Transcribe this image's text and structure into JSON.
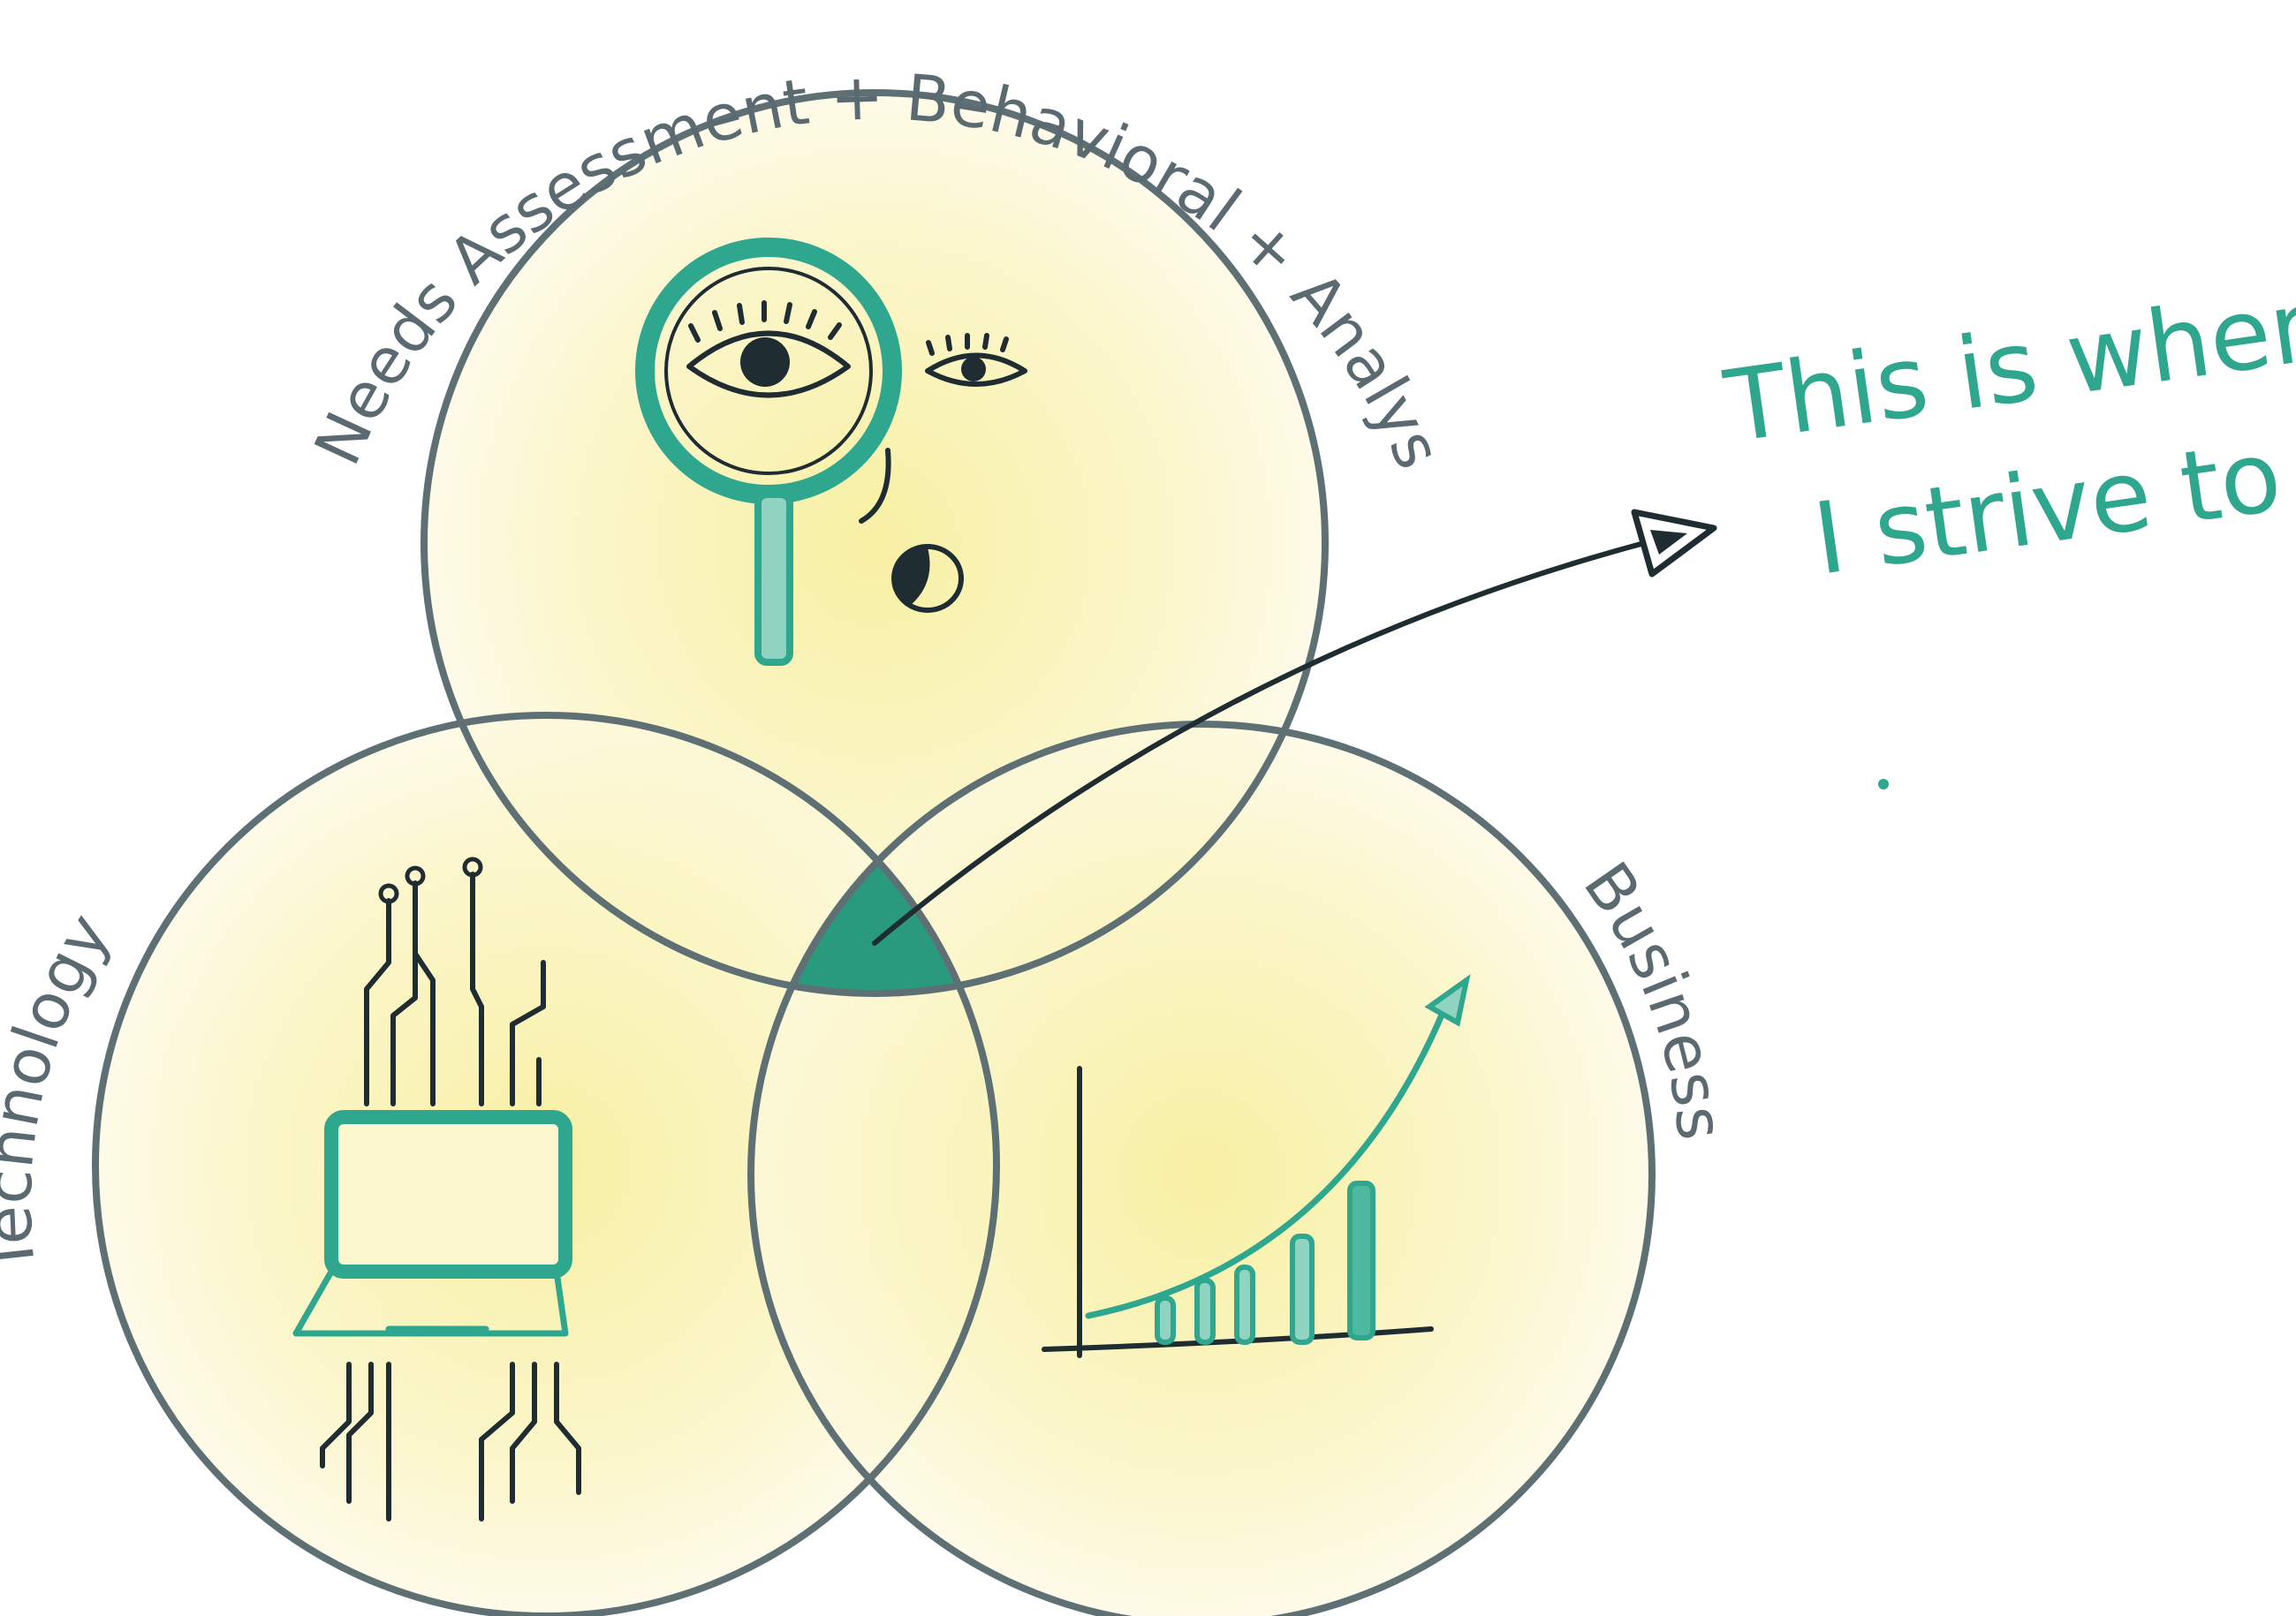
{
  "diagram": {
    "type": "venn",
    "circles": [
      {
        "label_path": "label_top",
        "label": "Needs Assessment + Behavioral + Analysis",
        "icon": "magnifier-eye-icon"
      },
      {
        "label": "Technology",
        "icon": "laptop-circuit-icon"
      },
      {
        "label": "Business",
        "icon": "growth-chart-icon"
      }
    ],
    "annotation": {
      "line1": "This is where",
      "line2": "I strive to be"
    },
    "colors": {
      "circle_fill": "#fbf4b8",
      "circle_stroke": "#5f7075",
      "accent": "#2fa68e",
      "ink": "#1f2d33"
    }
  }
}
